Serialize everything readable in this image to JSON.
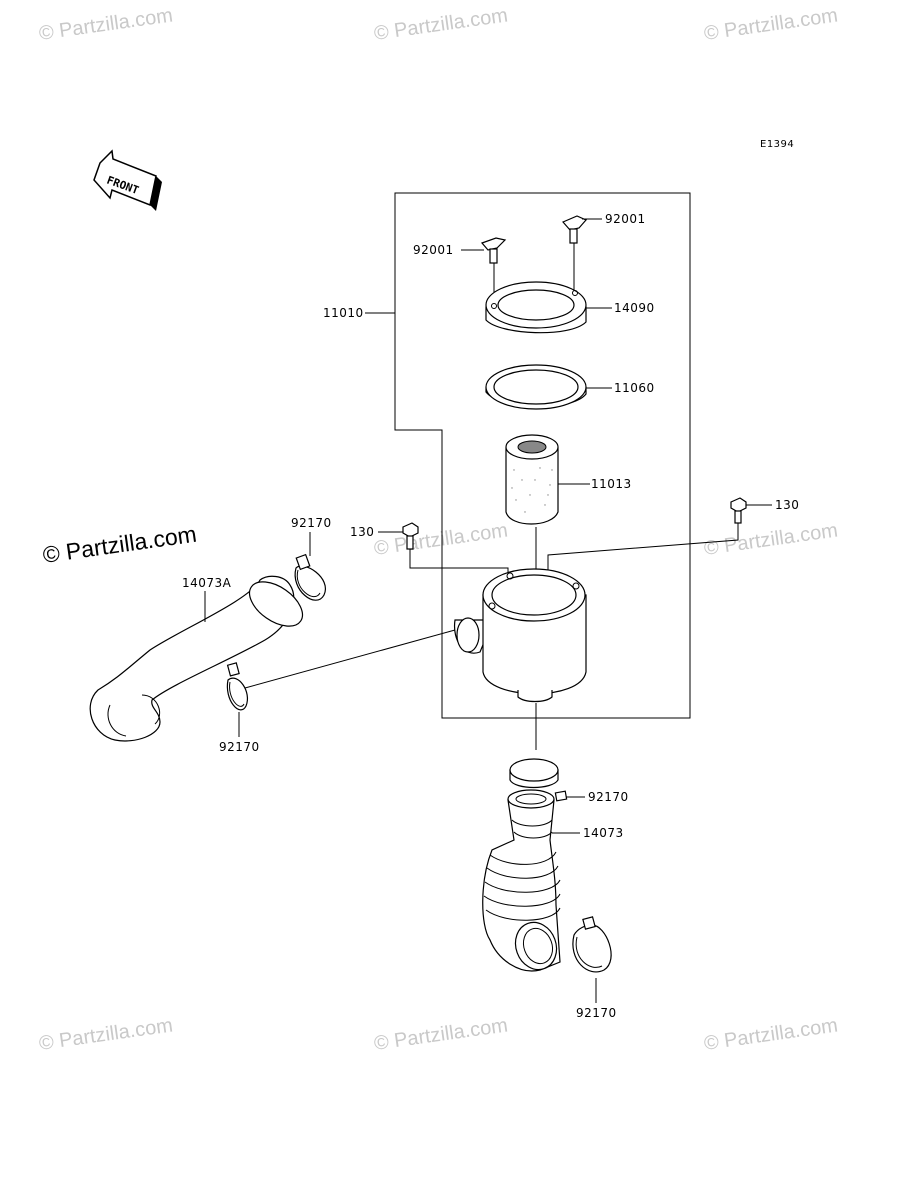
{
  "diagram_code": "E1394",
  "front_label": "FRONT",
  "copyright": "© Partzilla.com",
  "watermark": "© Partzilla.com",
  "labels": {
    "p92001_left": "92001",
    "p92001_right": "92001",
    "p11010": "11010",
    "p14090": "14090",
    "p11060": "11060",
    "p11013": "11013",
    "p130_left": "130",
    "p130_right": "130",
    "p92170_top": "92170",
    "p14073A": "14073A",
    "p92170_left": "92170",
    "p92170_mid": "92170",
    "p14073": "14073",
    "p92170_bottom": "92170"
  },
  "colors": {
    "line": "#000000",
    "watermark": "#c9c9c9",
    "background": "#ffffff"
  }
}
